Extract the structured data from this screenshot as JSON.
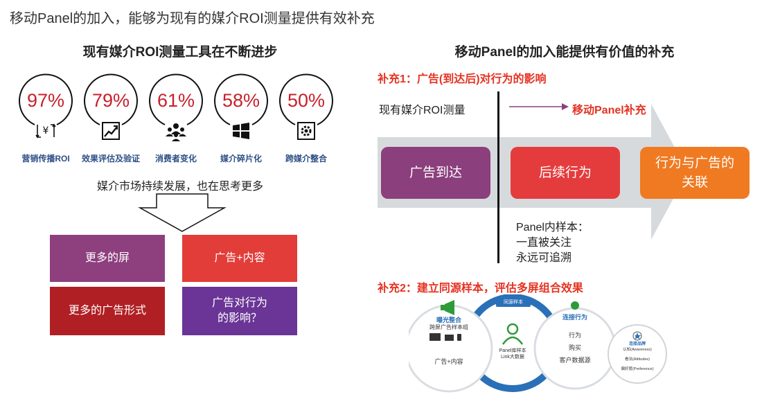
{
  "title": "移动Panel的加入，能够为现有的媒介ROI测量提供有效补充",
  "left": {
    "heading": "现有媒介ROI测量工具在不断进步",
    "metrics": [
      {
        "value": "97%",
        "label": "营销传播ROI",
        "icon": "yuan-exchange-icon"
      },
      {
        "value": "79%",
        "label": "效果评估及验证",
        "icon": "trend-chart-icon"
      },
      {
        "value": "61%",
        "label": "消费者变化",
        "icon": "people-group-icon"
      },
      {
        "value": "58%",
        "label": "媒介碎片化",
        "icon": "windows-grid-icon"
      },
      {
        "value": "50%",
        "label": "跨媒介整合",
        "icon": "gear-integration-icon"
      }
    ],
    "subline": "媒介市场持续发展，也在思考更多",
    "boxes": [
      {
        "text": "更多的屏",
        "color": "#8e3f7e"
      },
      {
        "text": "广告+内容",
        "color": "#e23d39"
      },
      {
        "text": "更多的广告形式",
        "color": "#b01f24"
      },
      {
        "text": "广告对行为\n的影响？",
        "color": "#6a3596"
      }
    ]
  },
  "right": {
    "heading": "移动Panel的加入能提供有价值的补充",
    "supplement1": "补充1：广告(到达后)对行为的影响",
    "existing_label": "现有媒介ROI测量",
    "mobile_label": "移动Panel补充",
    "flow": [
      {
        "text": "广告到达",
        "color": "#8b3f7c"
      },
      {
        "text": "后续行为",
        "color": "#e43c3d"
      },
      {
        "text": "行为与广告的\n关联",
        "color": "#f07a22"
      }
    ],
    "panel_note": [
      "Panel内样本：",
      "一直被关注",
      "永远可追溯"
    ],
    "supplement2": "补充2：建立同源样本，评估多屏组合效果",
    "diagram": {
      "ring_label": "同源样本",
      "left_title": "曝光整合",
      "left_sub": "跨屏广告样本组",
      "left_bottom": "广告+内容",
      "center_line1": "Panel库样本",
      "center_line2": "Link大数据",
      "right_title": "连接行为",
      "right_items": [
        "行为",
        "购买",
        "客户数据源"
      ],
      "brand_title": "连接品牌",
      "brand_items": [
        "认知(Awareness)",
        "看法(Attitudes)",
        "偏好度(Preference)"
      ]
    }
  }
}
